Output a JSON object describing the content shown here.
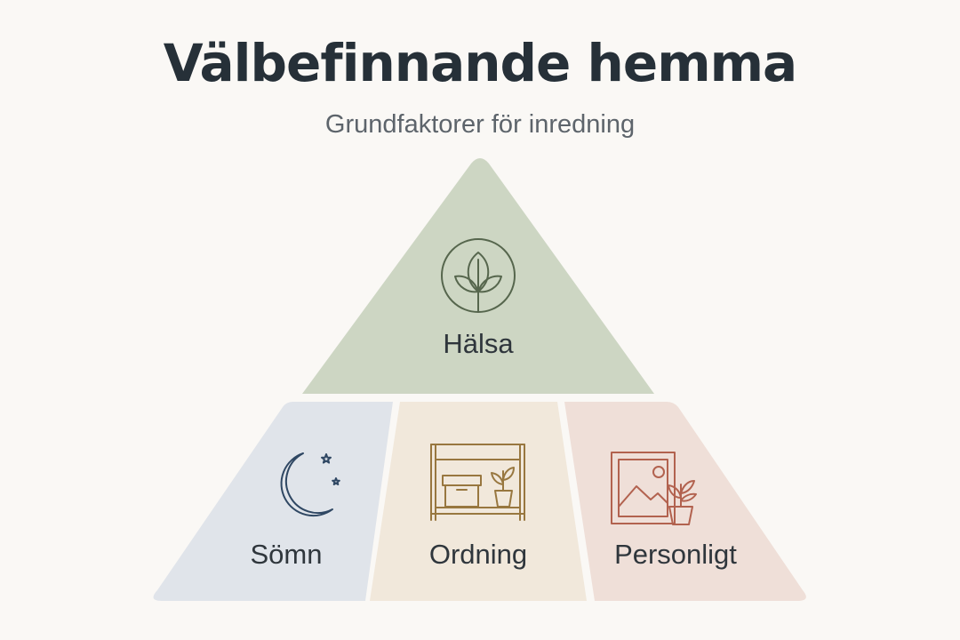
{
  "title": "Välbefinnande hemma",
  "subtitle": "Grundfaktorer för inredning",
  "pyramid": {
    "top": {
      "label": "Hälsa",
      "icon": "leaf-sprout-icon",
      "color": "#cdd6c3",
      "icon_color": "#56664d"
    },
    "bottom": [
      {
        "label": "Sömn",
        "icon": "moon-stars-icon",
        "color": "#e0e4ea",
        "icon_color": "#2f4763"
      },
      {
        "label": "Ordning",
        "icon": "shelf-box-plant-icon",
        "color": "#f1e8db",
        "icon_color": "#98773f"
      },
      {
        "label": "Personligt",
        "icon": "framed-picture-plant-icon",
        "color": "#efdfd8",
        "icon_color": "#b2624f"
      }
    ]
  }
}
